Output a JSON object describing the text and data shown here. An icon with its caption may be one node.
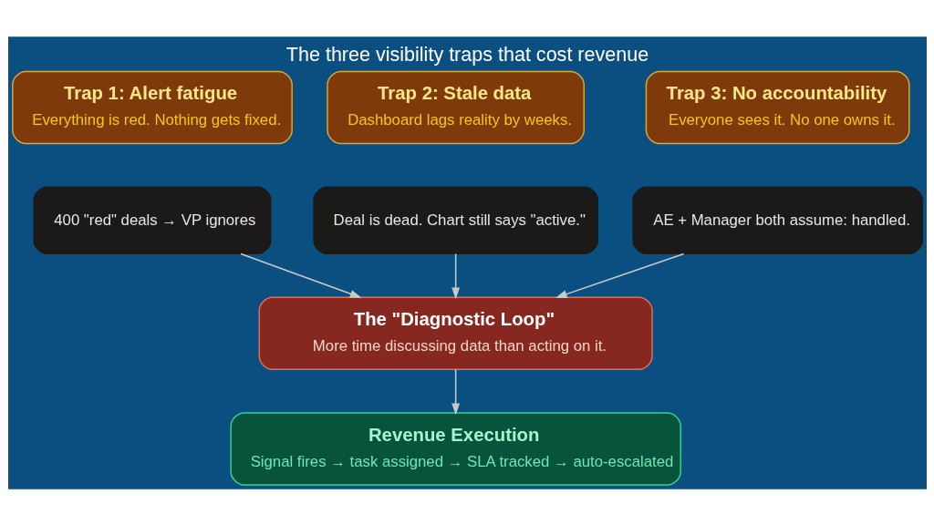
{
  "diagram": {
    "title": "The three visibility traps that cost revenue",
    "nodes": [
      {
        "text": [
          "Trap 1: Alert fatigue",
          "Everything is red. Nothing gets fixed."
        ]
      },
      {
        "text": [
          "Trap 2: Stale data",
          "Dashboard lags reality by weeks."
        ]
      },
      {
        "text": [
          "Trap 3: No accountability",
          "Everyone sees it. No one owns it."
        ]
      },
      {
        "text": [
          "400 \"red\" deals → VP ignores"
        ]
      },
      {
        "text": [
          "Deal is dead. Chart still says \"active.\""
        ]
      },
      {
        "text": [
          "AE + Manager both assume: handled."
        ]
      },
      {
        "text": [
          "The \"Diagnostic Loop\"",
          "More time discussing data than acting on it."
        ]
      },
      {
        "text": [
          "Revenue Execution",
          "Signal fires → task assigned → SLA tracked → auto-escalated"
        ]
      }
    ],
    "edges": [
      {
        "from": 3,
        "to": 6,
        "arrow": "to"
      },
      {
        "from": 4,
        "to": 6,
        "arrow": "to"
      },
      {
        "from": 5,
        "to": 6,
        "arrow": "to"
      },
      {
        "from": 6,
        "to": 7,
        "arrow": "to"
      }
    ]
  }
}
